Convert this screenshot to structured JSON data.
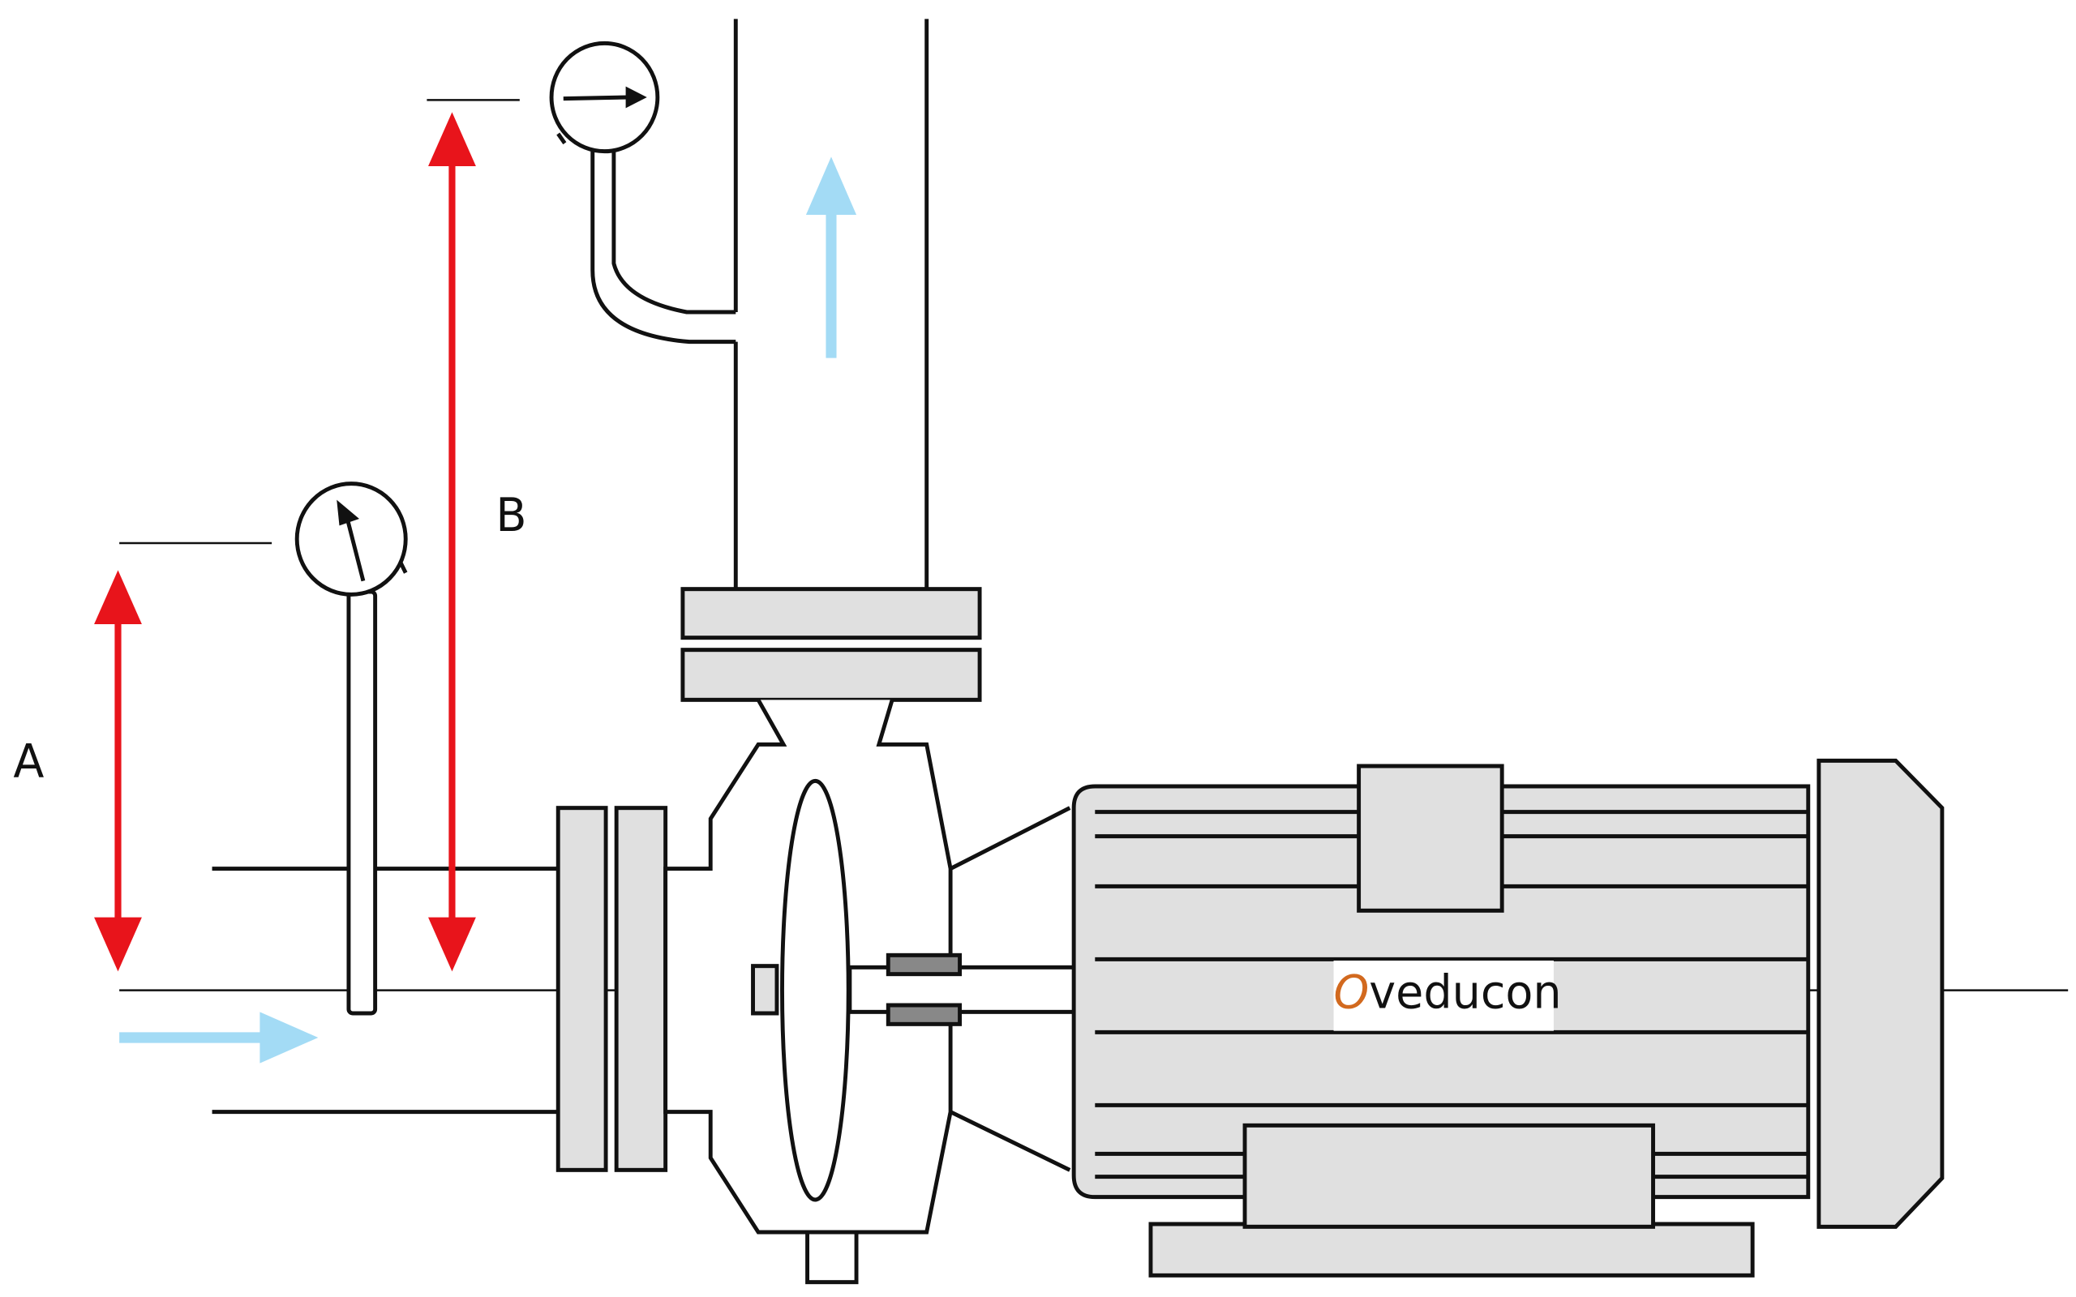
{
  "labels": {
    "a": "A",
    "b": "B"
  },
  "brand": {
    "first_letter": "O",
    "rest": "veducon"
  },
  "icons": {
    "suction_gauge": "pressure-gauge-icon",
    "discharge_gauge": "pressure-gauge-icon"
  },
  "colors": {
    "dimension_arrow": "#e8141b",
    "flow_arrow": "#a3dbf5",
    "component_fill": "#e0e0e0",
    "bolt_fill": "#888888",
    "outline": "#111111",
    "brand_accent": "#d2691e",
    "brand_text": "#111111"
  }
}
